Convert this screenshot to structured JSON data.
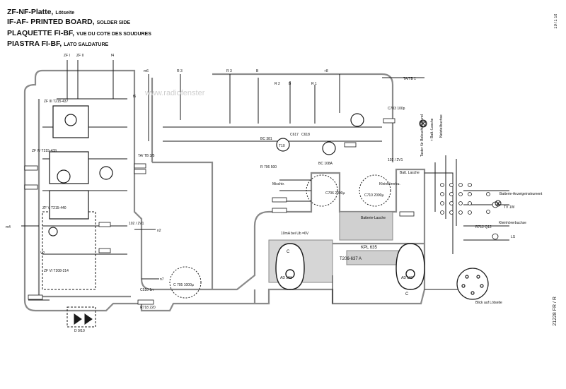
{
  "header": {
    "line1_title": "ZF-NF-Platte,",
    "line1_sub": "Lötseite",
    "line2_title": "IF-AF- PRINTED BOARD,",
    "line2_sub": "SOLDER SIDE",
    "line3_title": "PLAQUETTE FI-BF,",
    "line3_sub": "VUE DU COTE DES SOUDURES",
    "line4_title": "PIASTRA FI-BF,",
    "line4_sub": "LATO SALDATURE"
  },
  "side": {
    "top_code": "1971 St",
    "bottom_code": "21228 FR / R"
  },
  "watermark": "www.radiofenster",
  "labels": {
    "zf1": "ZF I",
    "zf2": "ZF II",
    "f4": "f4",
    "f6": "f6",
    "m6": "m6",
    "r3a": "R 3",
    "r3b": "R 3",
    "b": "B",
    "r2": "R 2",
    "b2": "B",
    "r1": "R 1",
    "plus": "+8",
    "ta_tb1": "TA/TB 1",
    "ta_tb35": "TA/ TB 3/5",
    "zf3": "ZF III T215-437",
    "zf4": "ZF IV T215-439",
    "zf5": "ZF V T215-440",
    "zf6": "ZF VI T208-214",
    "bc381": "BC 381",
    "bc108": "BC 108A",
    "t10": "T10",
    "c706": "C706 2000µ",
    "c710": "C710 2000µ",
    "c705": "C 705 1000µ",
    "mischtrafo": "Mischtr.",
    "kopfhoerer": "Kleinhörerbu.",
    "batterie": "Batterie-Lasche",
    "battlasche": "Batt. Lasche",
    "kpl": "KPL 635",
    "tr206": "T206-637 A",
    "ad161": "AD 161",
    "ad162": "AD 162",
    "c1": "C",
    "c2": "C",
    "bat_anzeige": "Batterie-Anzeigeinstrument",
    "tv": "TV 1W",
    "kleinhoerer2": "Kleinhörerbuchse",
    "ls": "LS",
    "r712": "R712 Q12",
    "blick": "Blick auf Lötseite",
    "ma": "10mA bei Ub =6V",
    "m4": "m4",
    "n2": "n2",
    "n7": "n7",
    "v2": "V2",
    "d": "D 9/10",
    "r718": "R718 220",
    "c510": "C510 1n",
    "c617": "C617",
    "c618": "C618",
    "c703": "C703 100p",
    "r706": "R 706 500",
    "r701": "102 / 2V1",
    "r702": "102 / 2V1",
    "netz": "Netzteilbuchse",
    "batt_l": "+ Batt.-Lasche",
    "taster": "Taster für Beleuchtung und"
  },
  "colors": {
    "ink": "#1a1a1a",
    "copper": "#9a9a9a",
    "paper": "#ffffff"
  }
}
